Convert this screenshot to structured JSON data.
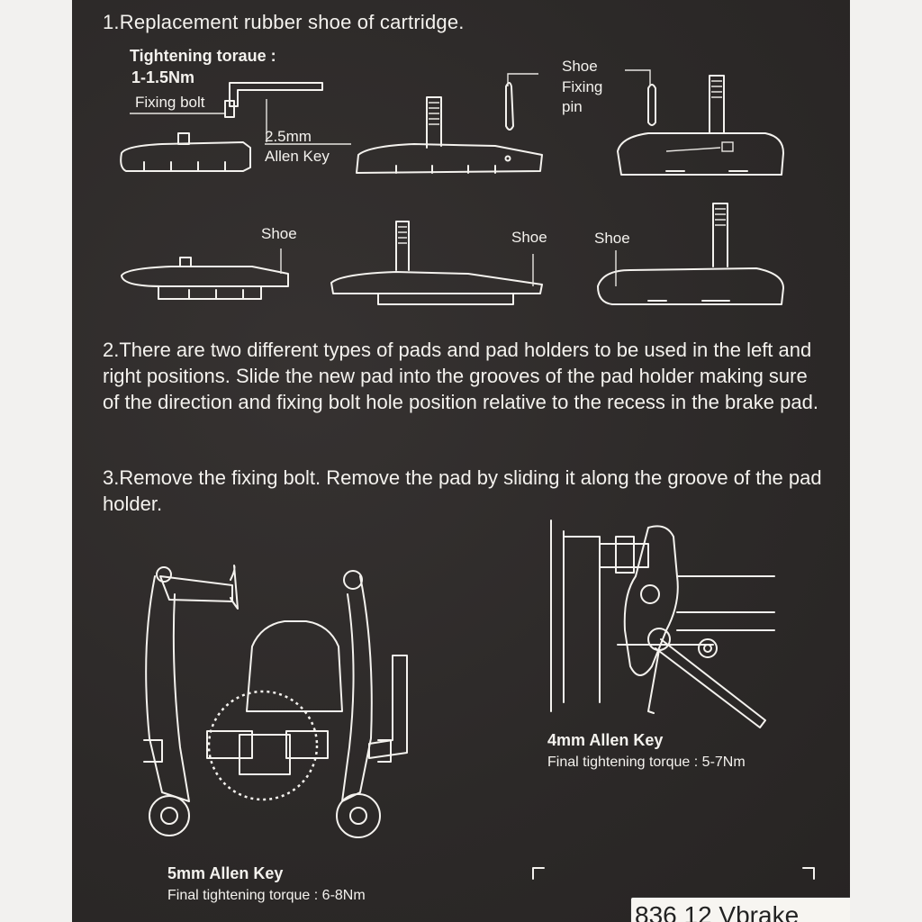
{
  "step1": {
    "heading": "1.Replacement rubber shoe of cartridge.",
    "torque_label": "Tightening toraue :",
    "torque_value": "1-1.5Nm",
    "fixing_bolt": "Fixing bolt",
    "allen_size": "2.5mm",
    "allen_key": "Allen Key",
    "shoe_label": "Shoe",
    "fixing_label": "Fixing",
    "pin_label": "pin",
    "shoe_bottom_1": "Shoe",
    "shoe_bottom_2": "Shoe",
    "shoe_bottom_3": "Shoe"
  },
  "step2": {
    "text": "2.There are two different types of pads and pad holders to be used in the left and right positions. Slide the new pad into the grooves of the pad holder making sure of the direction and fixing bolt hole position relative to the recess in the brake pad."
  },
  "step3": {
    "text": "3.Remove the fixing bolt. Remove the pad by sliding it along the groove of the pad holder."
  },
  "figure_left": {
    "key_label": "5mm Allen Key",
    "torque_text": "Final tightening torque : 6-8Nm"
  },
  "figure_right": {
    "key_label": "4mm Allen Key",
    "torque_text": "Final tightening torque : 5-7Nm"
  },
  "product_label": "836 12 Vbrake"
}
